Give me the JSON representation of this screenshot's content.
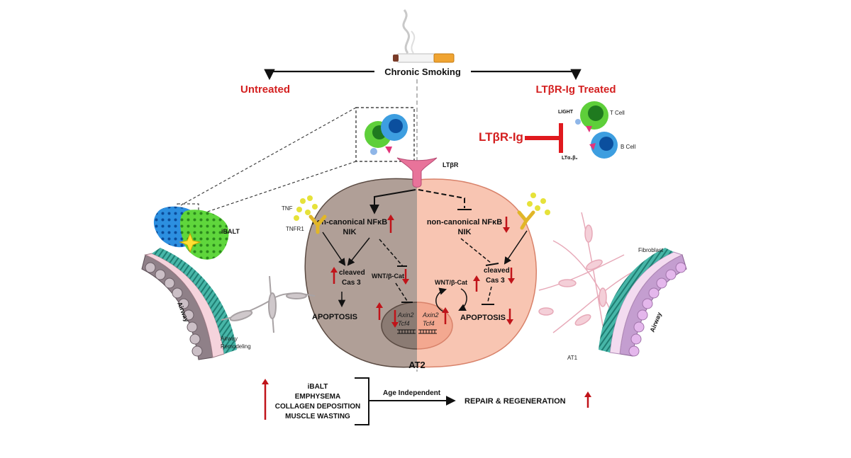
{
  "top": {
    "trigger": "Chronic Smoking",
    "left_branch": "Untreated",
    "right_branch": "LTβR-Ig Treated"
  },
  "treatment": {
    "drug": "LTβR-Ig",
    "light_label": "LIGHT",
    "lta_label": "LTα₁β₂",
    "tcell_label": "T Cell",
    "bcell_label": "B Cell"
  },
  "receptor": {
    "label": "LTβR"
  },
  "cell": {
    "label": "AT2"
  },
  "left_cell": {
    "nfkb_line1": "non-canonical NFκB",
    "nfkb_line2": "NIK",
    "casp_line1": "cleaved",
    "casp_line2": "Cas 3",
    "wnt": "WNT/β-Cat",
    "apoptosis": "APOPTOSIS",
    "gene1": "Axin2",
    "gene2": "Tcf4"
  },
  "right_cell": {
    "nfkb_line1": "non-canonical NFκB",
    "nfkb_line2": "NIK",
    "casp_line1": "cleaved",
    "casp_line2": "Cas 3",
    "wnt": "WNT/β-Cat",
    "apoptosis": "APOPTOSIS",
    "gene1": "Axin2",
    "gene2": "Tcf4"
  },
  "left_side": {
    "tnf": "TNF",
    "tnfr1": "TNFR1",
    "ibalt": "iBALT",
    "airway": "Airway",
    "remodeling_line1": "Airway",
    "remodeling_line2": "Remodeling"
  },
  "right_side": {
    "fibroblast": "Fibroblast",
    "airway": "Airway",
    "at1": "AT1"
  },
  "bottom": {
    "outcomes": [
      "iBALT",
      "EMPHYSEMA",
      "COLLAGEN DEPOSITION",
      "MUSCLE WASTING"
    ],
    "age_label": "Age Independent",
    "result": "REPAIR & REGENERATION"
  },
  "colors": {
    "red_accent": "#d42020",
    "left_cell_fill": "#b09f97",
    "right_cell_fill": "#f8c5b2",
    "receptor_pink": "#e8739a",
    "t_cell_green": "#5ecf3a",
    "b_cell_blue": "#3d9ee0"
  }
}
